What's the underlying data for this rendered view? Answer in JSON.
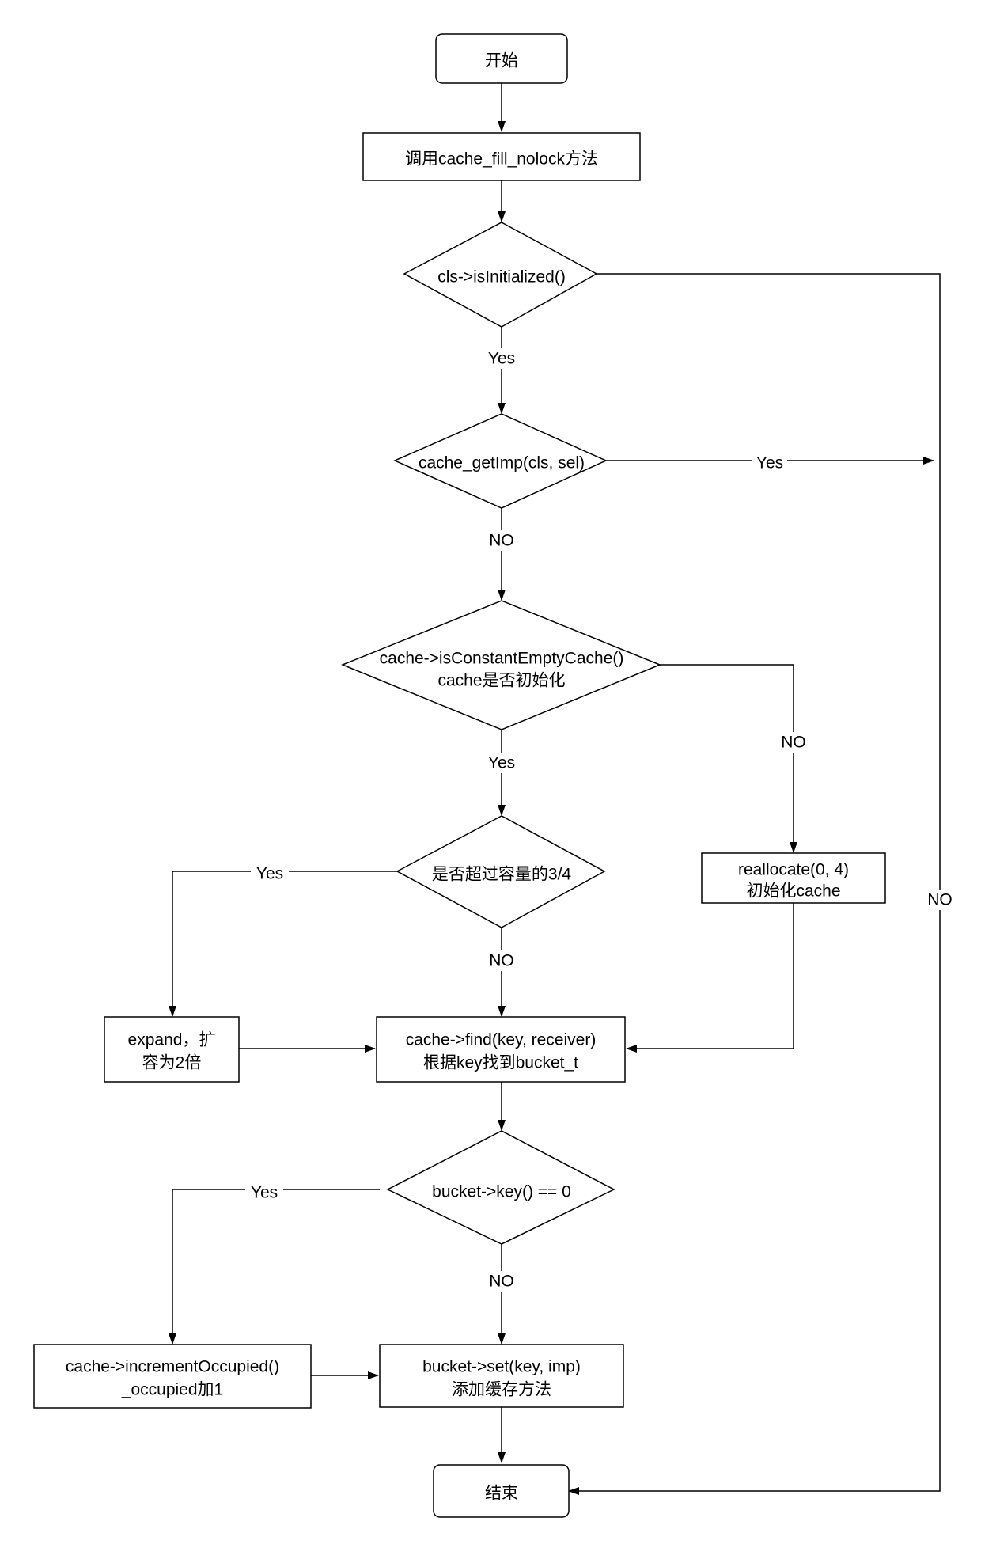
{
  "nodes": {
    "start": [
      "开始"
    ],
    "call_fill": [
      "调用cache_fill_nolock方法"
    ],
    "is_initialized": [
      "cls->isInitialized()"
    ],
    "get_imp": [
      "cache_getImp(cls, sel)"
    ],
    "is_empty_cache": [
      "cache->isConstantEmptyCache()",
      "cache是否初始化"
    ],
    "over_capacity": [
      "是否超过容量的3/4"
    ],
    "reallocate": [
      "reallocate(0, 4)",
      "初始化cache"
    ],
    "expand": [
      "expand，扩",
      "容为2倍"
    ],
    "find": [
      "cache->find(key, receiver)",
      "根据key找到bucket_t"
    ],
    "bucket_key_zero": [
      "bucket->key() == 0"
    ],
    "increment_occupied": [
      "cache->incrementOccupied()",
      "_occupied加1"
    ],
    "bucket_set": [
      "bucket->set(key, imp)",
      "添加缓存方法"
    ],
    "end": [
      "结束"
    ]
  },
  "edge_labels": {
    "initialized_yes": "Yes",
    "getimp_no": "NO",
    "getimp_yes": "Yes",
    "empty_yes": "Yes",
    "empty_no": "NO",
    "capacity_yes": "Yes",
    "capacity_no": "NO",
    "initialized_no": "NO",
    "keyzero_yes": "Yes",
    "keyzero_no": "NO"
  }
}
